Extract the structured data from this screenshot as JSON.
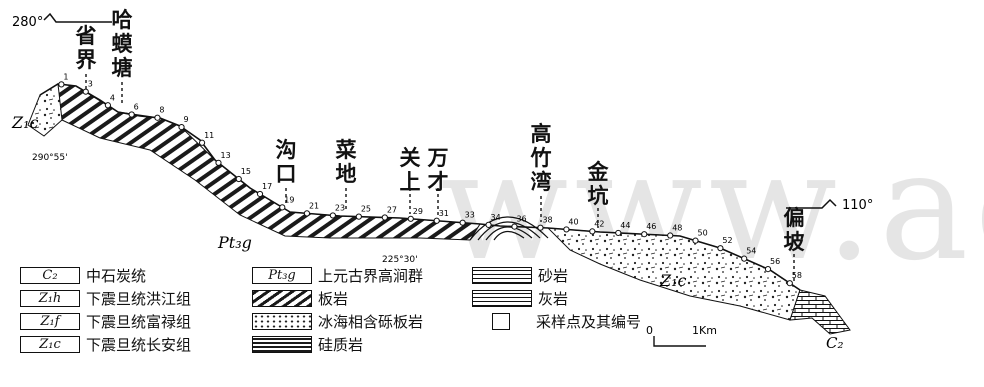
{
  "section": {
    "left_bearing": "280°",
    "right_bearing": "110°",
    "coord_left": "290°55'",
    "coord_mid": "225°30'",
    "unit_left": "Z₁c",
    "unit_mid": "Pt₃g",
    "unit_right_top": "Z₁c",
    "unit_right_bottom": "C₂",
    "places": [
      "省界",
      "哈蟆塘",
      "沟口",
      "菜地",
      "关上",
      "万才",
      "高竹湾",
      "金坑",
      "偏坡"
    ],
    "sample_numbers": [
      "1",
      "3",
      "4",
      "6",
      "8",
      "9",
      "11",
      "13",
      "15",
      "17",
      "19",
      "21",
      "23",
      "25",
      "27",
      "29",
      "31",
      "33",
      "34",
      "36",
      "38",
      "40",
      "42",
      "44",
      "46",
      "48",
      "50",
      "52",
      "54",
      "56",
      "58"
    ]
  },
  "legend": [
    {
      "code": "C₂",
      "label": "中石炭统"
    },
    {
      "code": "Z₁h",
      "label": "下震旦统洪江组"
    },
    {
      "code": "Z₁f",
      "label": "下震旦统富禄组"
    },
    {
      "code": "Z₁c",
      "label": "下震旦统长安组"
    },
    {
      "code": "Pt₃g",
      "label": "上元古界高涧群"
    },
    {
      "code": "",
      "label": "板岩"
    },
    {
      "code": "",
      "label": "冰海相含砾板岩"
    },
    {
      "code": "",
      "label": "硅质岩"
    },
    {
      "code": "",
      "label": "砂岩"
    },
    {
      "code": "",
      "label": "灰岩"
    },
    {
      "code": "",
      "label": "采样点及其编号"
    }
  ],
  "scale": {
    "zero": "0",
    "end": "1Km"
  },
  "watermark_text": "www.ac.cn"
}
